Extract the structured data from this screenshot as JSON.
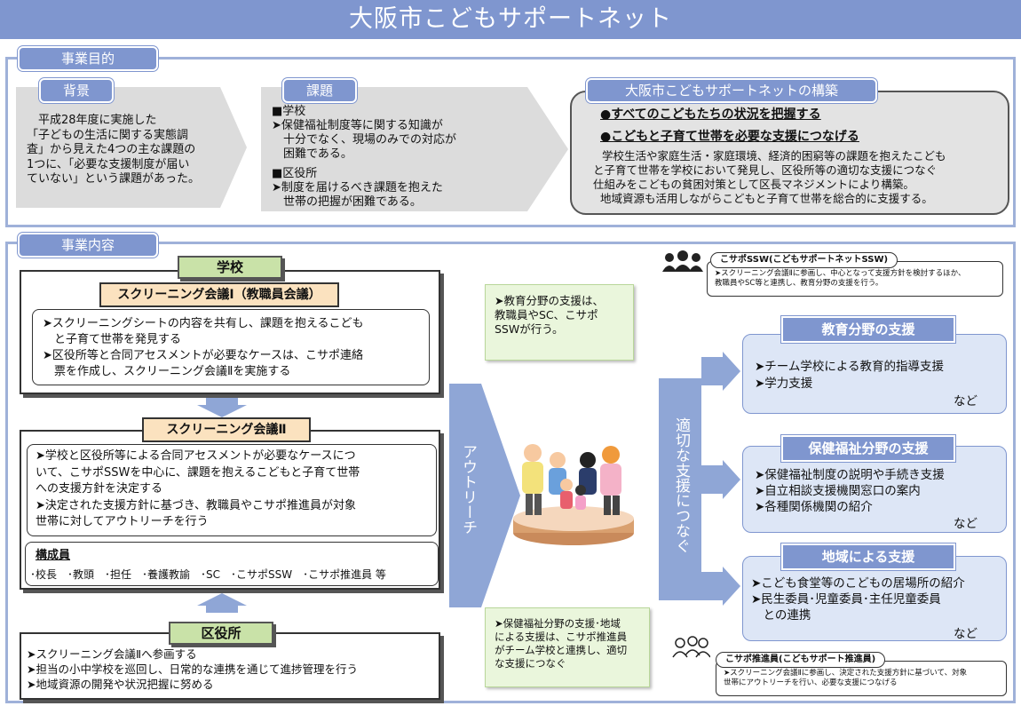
{
  "title": "大阪市こどもサポートネット",
  "purpose": {
    "tab": "事業目的",
    "background": {
      "tab": "背景",
      "lines": [
        "　平成28年度に実施した",
        "「子どもの生活に関する実態調",
        "査」から見えた4つの主な課題の",
        "1つに、「必要な支援制度が届い",
        "ていない」という課題があった。"
      ]
    },
    "issues": {
      "tab": "課題",
      "school_head": "■学校",
      "school_lines": [
        "➤保健福祉制度等に関する知識が",
        "　十分でなく、現場のみでの対応が",
        "　困難である。"
      ],
      "ward_head": "■区役所",
      "ward_lines": [
        "➤制度を届けるべき課題を抱えた",
        "　世帯の把握が困難である。"
      ]
    },
    "build": {
      "tab": "大阪市こどもサポートネットの構築",
      "point1": "●すべてのこどもたちの状況を把握する",
      "point2": "●こどもと子育て世帯を必要な支援につなげる",
      "lines": [
        "学校生活や家庭生活・家庭環境、経済的困窮等の課題を抱えたこども",
        "と子育て世帯を学校において発見し、区役所等の適切な支援につなぐ",
        "仕組みをこどもの貧困対策として区長マネジメントにより構築。",
        "地域資源も活用しながらこどもと子育て世帯を総合的に支援する。"
      ]
    }
  },
  "content": {
    "tab": "事業内容",
    "school": {
      "label": "学校",
      "meeting1": "スクリーニング会議Ⅰ（教職員会議）",
      "meeting1_lines": [
        "➤スクリーニングシートの内容を共有し、課題を抱えるこども",
        "　と子育て世帯を発見する",
        "➤区役所等と合同アセスメントが必要なケースは、こサポ連絡",
        "　票を作成し、スクリーニング会議Ⅱを実施する"
      ]
    },
    "meeting2": {
      "label": "スクリーニング会議Ⅱ",
      "lines": [
        "➤学校と区役所等による合同アセスメントが必要なケースにつ",
        "いて、こサポSSWを中心に、課題を抱えるこどもと子育て世帯",
        "への支援方針を決定する",
        "➤決定された支援方針に基づき、教職員やこサポ推進員が対象",
        "世帯に対してアウトリーチを行う"
      ],
      "members_head": "構成員",
      "members": "･校長　･教頭　･担任　･養護教諭　･SC　･こサポSSW　･こサポ推進員 等"
    },
    "ward": {
      "label": "区役所",
      "lines": [
        "➤スクリーニング会議Ⅱへ参画する",
        "➤担当の小中学校を巡回し、日常的な連携を通じて進捗管理を行う",
        "➤地域資源の開発や状況把握に努める"
      ]
    },
    "outreach": "アウトリーチ",
    "connect": "適切な支援につなぐ",
    "note_edu": [
      "➤教育分野の支援は、",
      "教職員やSC、こサポ",
      "SSWが行う。"
    ],
    "note_welfare": [
      "➤保健福祉分野の支援･地域",
      "による支援は、こサポ推進員",
      "がチーム学校と連携し、適切",
      "な支援につなぐ"
    ],
    "ssw_role": {
      "head": "こサポSSW(こどもサポートネットSSW)",
      "body": [
        "➤スクリーニング会議Ⅱに参画し、中心となって支援方針を検討するほか、",
        "教職員やSC等と連携し、教育分野の支援を行う。"
      ]
    },
    "promoter_role": {
      "head": "こサポ推進員(こどもサポート推進員)",
      "body": [
        "➤スクリーニング会議Ⅱに参画し、決定された支援方針に基づいて、対象",
        "世帯にアウトリーチを行い、必要な支援につなげる"
      ]
    },
    "supports": [
      {
        "head": "教育分野の支援",
        "items": [
          "➤チーム学校による教育的指導支援",
          "➤学力支援"
        ],
        "etc": "など"
      },
      {
        "head": "保健福祉分野の支援",
        "items": [
          "➤保健福祉制度の説明や手続き支援",
          "➤自立相談支援機関窓口の案内",
          "➤各種関係機関の紹介"
        ],
        "etc": "など"
      },
      {
        "head": "地域による支援",
        "items": [
          "➤こども食堂等のこどもの居場所の紹介",
          "➤民生委員･児童委員･主任児童委員",
          "　との連携"
        ],
        "etc": "など"
      }
    ]
  },
  "colors": {
    "accent": "#7f96cf",
    "arrow": "#8fa6d6",
    "orange": "#fbe2bf",
    "green": "#c9e2a8",
    "note": "#eaf6dc"
  }
}
